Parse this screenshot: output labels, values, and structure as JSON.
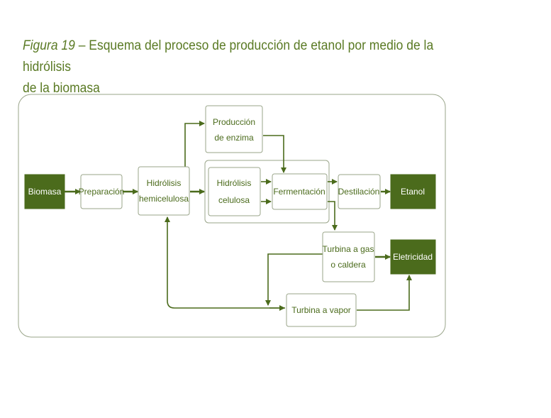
{
  "title": {
    "prefix": "Figura 19",
    "text_line1": " – Esquema del proceso de producción de etanol por medio de la hidrólisis",
    "text_line2": "de la biomasa"
  },
  "nodes": {
    "biomasa": "Biomasa",
    "preparacion": "Preparación",
    "hidrolisis_hemicelulosa": [
      "Hidrólisis",
      "hemicelulosa"
    ],
    "produccion_enzima": [
      "Producción",
      "de enzima"
    ],
    "hidrolisis_celulosa": [
      "Hidrólisis",
      "celulosa"
    ],
    "fermentacion": "Fermentación",
    "destilacion": "Destilación",
    "etanol": "Etanol",
    "turbina_gas": [
      "Turbina a gas",
      "o caldera"
    ],
    "eletricidad": "Eletricidad",
    "turbina_vapor": "Turbina a vapor"
  },
  "colors": {
    "accent": "#4b6b1c",
    "title": "#5a7a24",
    "border": "#9aa58a"
  }
}
